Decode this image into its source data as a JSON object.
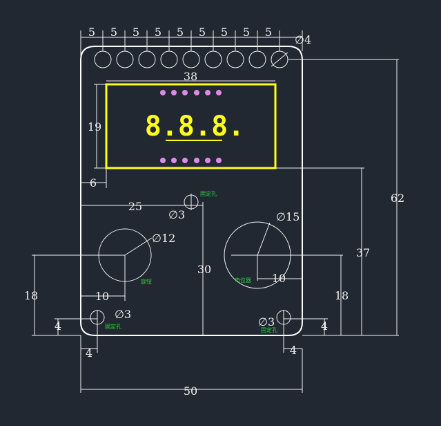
{
  "top_dims": {
    "pitch": [
      "5",
      "5",
      "5",
      "5",
      "5",
      "5",
      "5",
      "5",
      "5"
    ],
    "hole_dia": "∅4"
  },
  "display": {
    "readout": "8.8.8.",
    "width_dim": "38",
    "height_dim": "19",
    "offset_dim": "6"
  },
  "center_hole": {
    "x_dim": "25",
    "dia": "∅3",
    "note": "固定孔",
    "y_dim": "30"
  },
  "knob": {
    "dia": "∅12",
    "x_dim": "10",
    "note": "旋钮"
  },
  "potentiometer": {
    "dia": "∅15",
    "x_dim": "10",
    "note": "电位器"
  },
  "bottom_left_hole": {
    "dia": "∅3",
    "note": "固定孔",
    "y_dim": "4",
    "x_dim": "4"
  },
  "bottom_right_hole": {
    "dia": "∅3",
    "note": "固定孔",
    "y_dim": "4",
    "x_dim": "4"
  },
  "side_dims": {
    "left_18": "18",
    "right_18": "18",
    "h37": "37",
    "h62": "62",
    "w50": "50"
  },
  "colors": {
    "background": "#222831",
    "line": "#f2f2f2",
    "display_frame": "#ffff1a",
    "led_dots": "#e08ae8",
    "note_text": "#2ecc40"
  }
}
